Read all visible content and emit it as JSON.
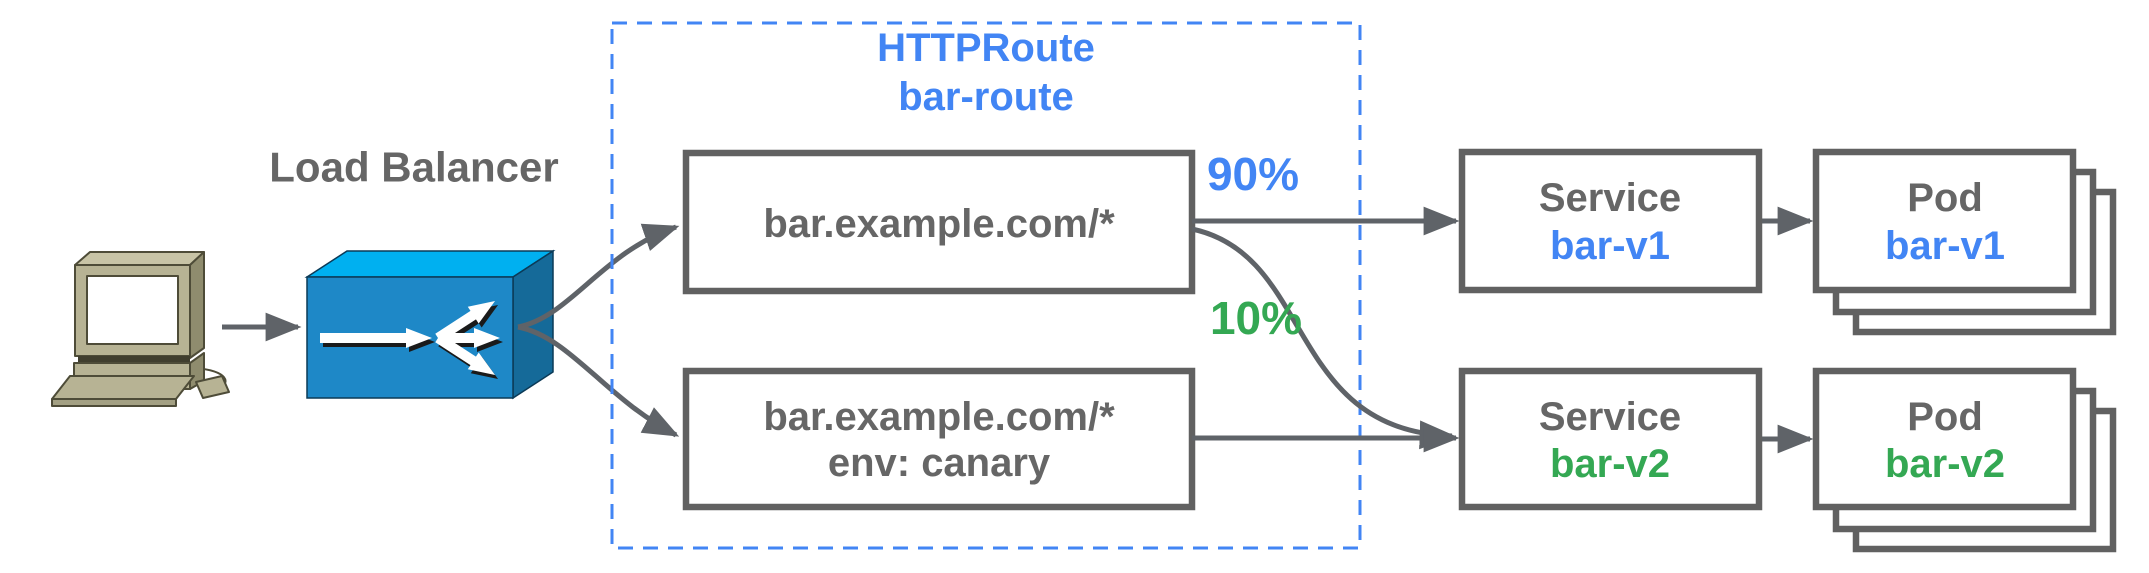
{
  "colors": {
    "accent_blue": "#4285f4",
    "accent_green": "#34a853",
    "text_gray": "#666666",
    "box_border_gray": "#616161",
    "arrow_gray": "#5f6368",
    "dashed_border_blue": "#4285f4",
    "lb_front_blue": "#1e88c7",
    "lb_top_blue": "#00b0f0",
    "lb_side_blue": "#156a99",
    "computer_body_khaki": "#b7b394"
  },
  "icons": {
    "client": "desktop-computer-icon",
    "load_balancer": "load-balancer-3d-box-icon",
    "pod_stack": "stacked-cards-icon"
  },
  "labels": {
    "load_balancer": "Load Balancer",
    "httproute": {
      "kind": "HTTPRoute",
      "name": "bar-route"
    },
    "route_rules": [
      {
        "match": "bar.example.com/*",
        "weight": "90%"
      },
      {
        "match": "bar.example.com/*",
        "header_match": "env: canary",
        "weight": "10%"
      }
    ],
    "services": [
      {
        "kind": "Service",
        "name": "bar-v1"
      },
      {
        "kind": "Service",
        "name": "bar-v2"
      }
    ],
    "pods": [
      {
        "kind": "Pod",
        "name": "bar-v1"
      },
      {
        "kind": "Pod",
        "name": "bar-v2"
      }
    ]
  }
}
